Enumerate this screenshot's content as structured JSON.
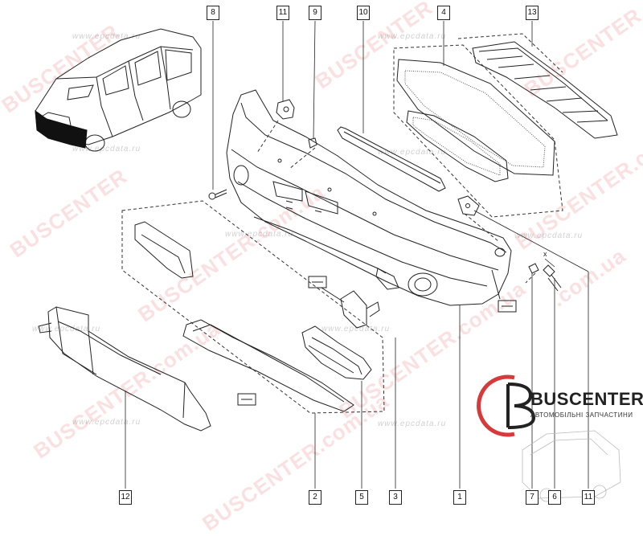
{
  "callouts": [
    {
      "label": "8"
    },
    {
      "label": "11"
    },
    {
      "label": "9"
    },
    {
      "label": "10"
    },
    {
      "label": "4"
    },
    {
      "label": "13"
    },
    {
      "label": "12"
    },
    {
      "label": "2"
    },
    {
      "label": "5"
    },
    {
      "label": "3"
    },
    {
      "label": "1"
    },
    {
      "label": "7"
    },
    {
      "label": "6"
    },
    {
      "label": "11"
    }
  ],
  "x_marker": "x",
  "watermarks": {
    "brand": "BUSCENTER",
    "brand_domain": "BUSCENTER.com.ua",
    "domain": ".com.ua",
    "epc": "www.epcdata.ru"
  },
  "logo": {
    "brand": "BUSCENTER",
    "tagline": "АВТОМОБІЛЬНІ ЗАПЧАСТИНИ"
  },
  "colors": {
    "line": "#222222",
    "watermark_red": "#e13c3c",
    "logo_red": "#d63a3a",
    "vehicle_highlight": "#111111"
  }
}
